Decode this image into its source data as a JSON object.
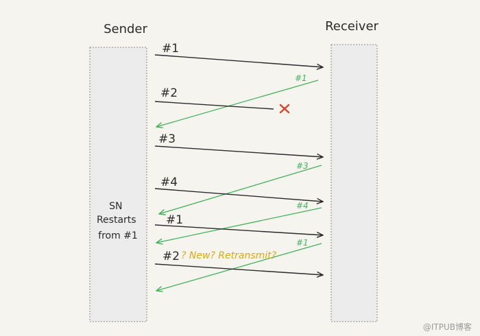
{
  "titles": {
    "sender": "Sender",
    "receiver": "Receiver"
  },
  "note": {
    "lines": [
      "SN",
      "Restarts",
      "from #1"
    ]
  },
  "question": "? New? Retransmit?",
  "watermark": "@ITPUB博客",
  "colors": {
    "background": "#f6f4ef",
    "column_fill": "#ececec",
    "column_border": "#888888",
    "data_arrow": "#2a2a2a",
    "ack_arrow": "#43b25a",
    "lost_marker": "#d9452b",
    "question": "#e0a80f"
  },
  "messages": [
    {
      "kind": "data",
      "label": "#1",
      "delivered": true
    },
    {
      "kind": "ack",
      "label": "#1"
    },
    {
      "kind": "data",
      "label": "#2",
      "delivered": false
    },
    {
      "kind": "data",
      "label": "#3",
      "delivered": true
    },
    {
      "kind": "ack",
      "label": "#3"
    },
    {
      "kind": "data",
      "label": "#4",
      "delivered": true
    },
    {
      "kind": "ack",
      "label": "#4"
    },
    {
      "kind": "data",
      "label": "#1",
      "delivered": true
    },
    {
      "kind": "ack",
      "label": "#1"
    },
    {
      "kind": "data",
      "label": "#2",
      "delivered": true
    }
  ]
}
